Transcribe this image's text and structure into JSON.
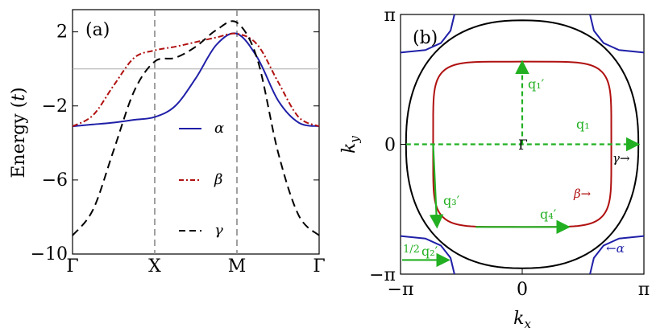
{
  "colors": {
    "alpha": "#1f1fa8",
    "beta": "#b01010",
    "gamma": "#000000",
    "guide": "#888888",
    "arrow": "#22b022"
  },
  "chart_data": [
    {
      "type": "line",
      "panel_label": "(a)",
      "ylabel": "Energy (t)",
      "ylim": [
        -10,
        3.2
      ],
      "yticks": [
        "2",
        "−2",
        "−6",
        "−10"
      ],
      "ytick_values": [
        2,
        -2,
        -6,
        -10
      ],
      "categories": [
        "Γ",
        "X",
        "M",
        "Γ"
      ],
      "category_positions": [
        0,
        1,
        2,
        3
      ],
      "reference_line_y": 0,
      "vertical_guides_at": [
        "X",
        "M"
      ],
      "legend_position": "center",
      "series": [
        {
          "name": "α",
          "style": "solid",
          "color": "#1f1fa8",
          "x": [
            0,
            0.25,
            0.5,
            0.75,
            1.0,
            1.25,
            1.5,
            1.75,
            2.0,
            2.25,
            2.5,
            2.75,
            3.0
          ],
          "y": [
            -3.1,
            -3.0,
            -2.9,
            -2.75,
            -2.6,
            -2.0,
            -0.5,
            1.3,
            1.9,
            0.6,
            -1.7,
            -2.9,
            -3.1
          ]
        },
        {
          "name": "β",
          "style": "dashdot",
          "color": "#b01010",
          "x": [
            0,
            0.25,
            0.5,
            0.75,
            1.0,
            1.25,
            1.5,
            1.75,
            2.0,
            2.25,
            2.5,
            2.75,
            3.0
          ],
          "y": [
            -3.1,
            -2.5,
            -0.9,
            0.6,
            1.0,
            1.2,
            1.45,
            1.7,
            1.9,
            1.3,
            -0.7,
            -2.6,
            -3.1
          ]
        },
        {
          "name": "γ",
          "style": "dashed",
          "color": "#000000",
          "x": [
            0,
            0.25,
            0.5,
            0.75,
            1.0,
            1.25,
            1.5,
            1.75,
            2.0,
            2.25,
            2.5,
            2.75,
            3.0
          ],
          "y": [
            -9.0,
            -7.6,
            -4.4,
            -1.2,
            0.4,
            0.6,
            1.2,
            2.1,
            2.5,
            0.5,
            -4.5,
            -7.9,
            -9.0
          ]
        }
      ]
    },
    {
      "type": "line",
      "panel_label": "(b)",
      "xlabel": "k_x",
      "ylabel": "k_y",
      "xlim": [
        -3.1416,
        3.1416
      ],
      "ylim": [
        -3.1416,
        3.1416
      ],
      "xticks": [
        "−π",
        "0",
        "π"
      ],
      "yticks": [
        "π",
        "0",
        "−π"
      ],
      "center_label": "Γ",
      "series_labels": {
        "alpha": "←α",
        "beta": "β→",
        "gamma": "γ→"
      },
      "series": [
        {
          "name": "α",
          "color": "#1f1fa8",
          "description_points": "corner pockets around (±π, ±π)",
          "x": [
            1.6,
            2.0,
            2.4,
            2.8,
            3.1416
          ],
          "y": [
            3.1416,
            2.8,
            2.5,
            2.3,
            2.2
          ]
        },
        {
          "name": "β",
          "color": "#b01010",
          "x": [
            2.3,
            2.2,
            1.8,
            0.0,
            -1.8,
            -2.2,
            -2.3
          ],
          "y": [
            0.0,
            1.6,
            1.9,
            2.0,
            1.9,
            1.6,
            0.0
          ]
        },
        {
          "name": "γ",
          "color": "#000000",
          "x": [
            3.0,
            2.7,
            1.5,
            0.0,
            -1.5,
            -2.7,
            -3.0
          ],
          "y": [
            0.0,
            1.6,
            2.6,
            3.0,
            2.6,
            1.6,
            0.0
          ]
        }
      ],
      "arrows": [
        {
          "label": "q₁",
          "from": [
            -3.0,
            0.0
          ],
          "to": [
            3.0,
            0.0
          ]
        },
        {
          "label": "q₁′",
          "from": [
            0.0,
            0.0
          ],
          "to": [
            0.0,
            2.0
          ]
        },
        {
          "label": "q₃′",
          "from": [
            -2.3,
            0.0
          ],
          "to": [
            -2.2,
            -2.0
          ]
        },
        {
          "label": "q₄′",
          "from": [
            -1.2,
            -2.0
          ],
          "to": [
            1.2,
            -2.0
          ]
        },
        {
          "label": "½ q₂′",
          "from": [
            -3.1,
            -2.8
          ],
          "to": [
            -1.9,
            -2.8
          ]
        }
      ]
    }
  ],
  "text": {
    "panel_a_label": "(a)",
    "panel_b_label": "(b)",
    "ylabel_a": "Energy (t)",
    "xlabel_b": "k_x",
    "ylabel_b": "k_y",
    "gamma_center": "Γ",
    "q1": "q₁",
    "q1p": "q₁′",
    "q3p": "q₃′",
    "q4p": "q₄′",
    "half": "1/2",
    "q2p": "q₂′",
    "alpha_label": "←α",
    "beta_label": "β→",
    "gamma_label": "γ→"
  }
}
